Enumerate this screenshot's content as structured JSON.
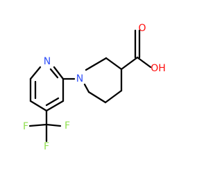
{
  "molecule": {
    "atoms": {
      "ring_nitrogen": "N",
      "piperidine_nitrogen": "N",
      "carbonyl_oxygen": "O",
      "hydroxyl": "OH",
      "fluorine_1": "F",
      "fluorine_2": "F",
      "fluorine_3": "F"
    },
    "colors": {
      "bond": "#000000",
      "nitrogen": "#3050F8",
      "oxygen": "#FF0D0D",
      "fluorine": "#90E050"
    }
  }
}
